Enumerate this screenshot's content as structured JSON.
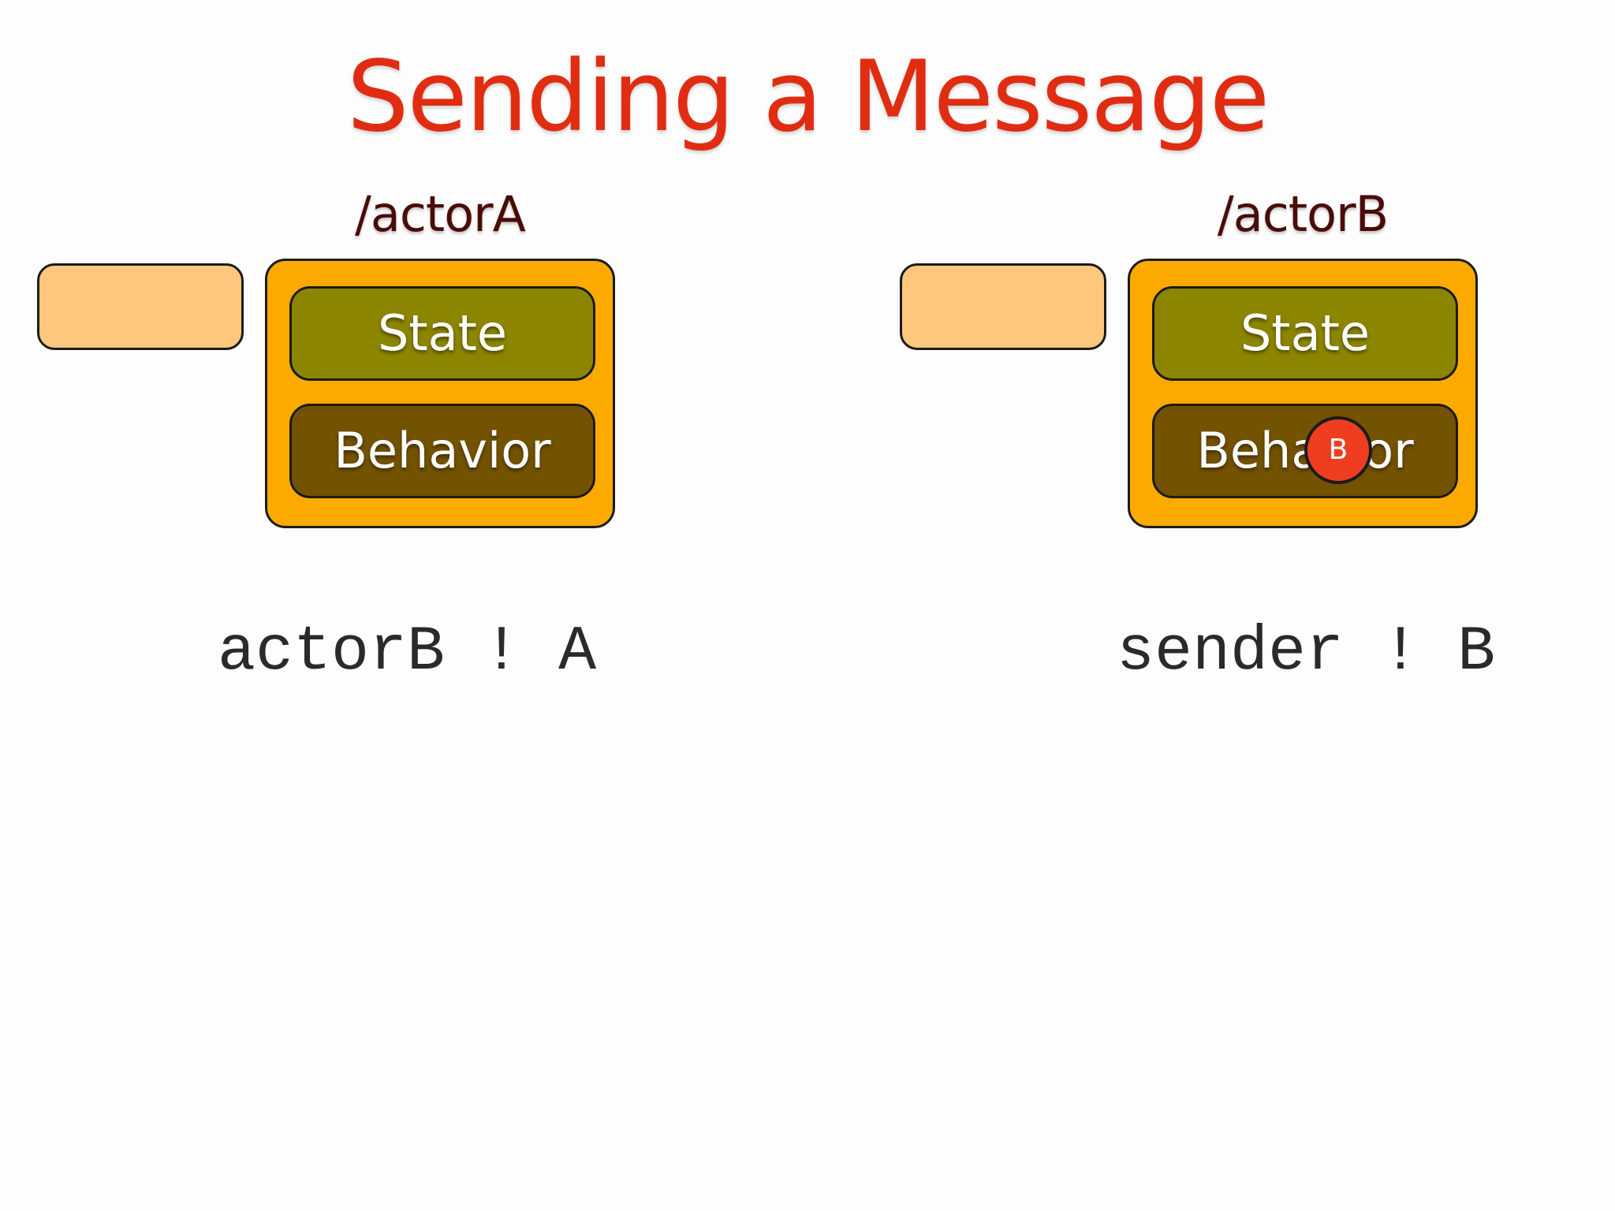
{
  "slide": {
    "title": "Sending a Message"
  },
  "actors": [
    {
      "path": "/actorA",
      "state_label": "State",
      "behavior_label": "Behavior",
      "code": "actorB ! A"
    },
    {
      "path": "/actorB",
      "state_label": "State",
      "behavior_label": "Behavior",
      "message": "B",
      "code": "sender ! B"
    }
  ],
  "colors": {
    "title": "#e02d12",
    "actor_name": "#4a0c08",
    "mailbox": "#fec77d",
    "actor_box": "#fdaa00",
    "state": "#8c8500",
    "behavior": "#735200",
    "message": "#ee3e1f"
  }
}
